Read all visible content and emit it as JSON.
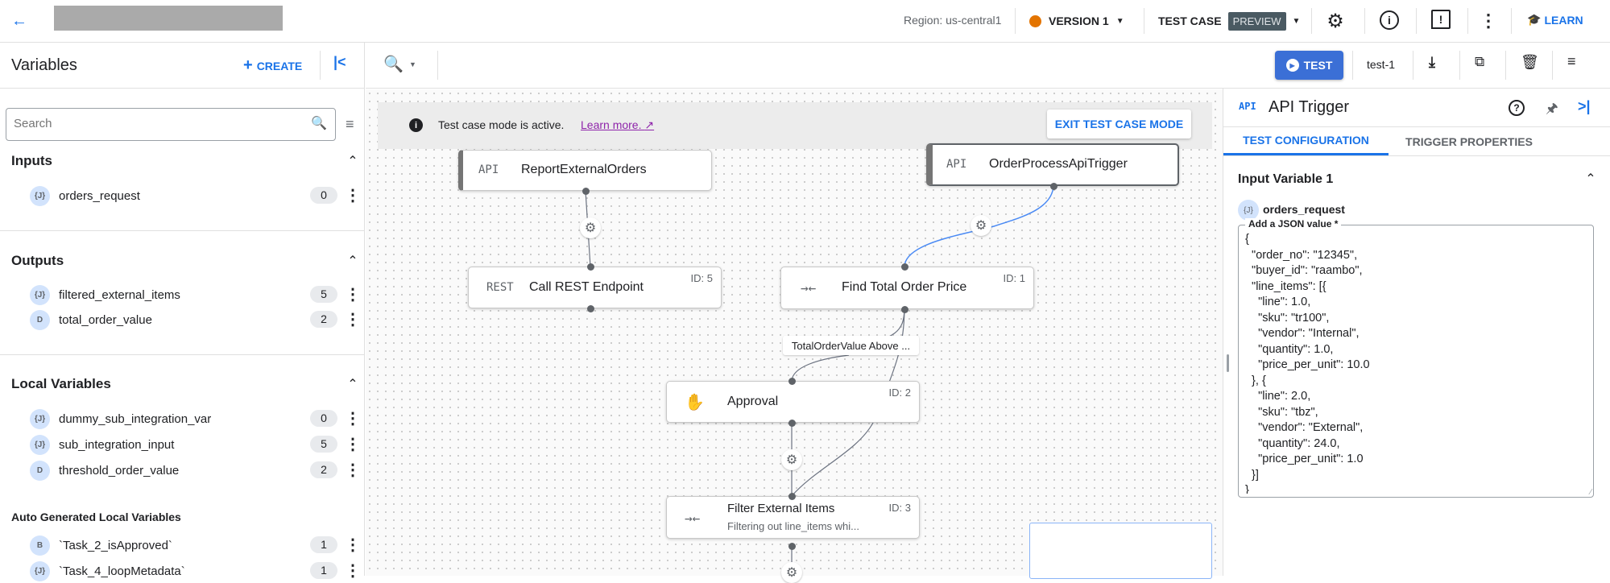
{
  "header": {
    "back_icon": "arrow-left-icon",
    "region": "Region: us-central1",
    "version_label": "VERSION 1",
    "version_status_color": "#e37400",
    "test_case_label": "TEST CASE",
    "preview_badge": "PREVIEW",
    "icons": [
      "gear-icon",
      "info-icon",
      "feedback-icon",
      "more-vert-icon"
    ],
    "learn_label": "LEARN"
  },
  "toolbar": {
    "test_button": "TEST",
    "test_case_name": "test-1",
    "icons": [
      "zoom-icon",
      "download-icon",
      "copy-icon",
      "delete-icon",
      "list-icon"
    ]
  },
  "sidebar": {
    "title": "Variables",
    "create_label": "CREATE",
    "search_placeholder": "Search",
    "sections": [
      {
        "title": "Inputs",
        "items": [
          {
            "type": "{J}",
            "name": "orders_request",
            "count": "0"
          }
        ]
      },
      {
        "title": "Outputs",
        "items": [
          {
            "type": "{J}",
            "name": "filtered_external_items",
            "count": "5"
          },
          {
            "type": "D",
            "name": "total_order_value",
            "count": "2"
          }
        ]
      },
      {
        "title": "Local Variables",
        "items": [
          {
            "type": "{J}",
            "name": "dummy_sub_integration_var",
            "count": "0"
          },
          {
            "type": "{J}",
            "name": "sub_integration_input",
            "count": "5"
          },
          {
            "type": "D",
            "name": "threshold_order_value",
            "count": "2"
          }
        ]
      },
      {
        "title": "Auto Generated Local Variables",
        "items": [
          {
            "type": "B",
            "name": "`Task_2_isApproved`",
            "count": "1"
          },
          {
            "type": "{J}",
            "name": "`Task_4_loopMetadata`",
            "count": "1"
          }
        ]
      }
    ]
  },
  "canvas": {
    "banner_text": "Test case mode is active.",
    "banner_link": "Learn more.",
    "exit_button": "EXIT TEST CASE MODE",
    "nodes": [
      {
        "icon": "API",
        "title": "ReportExternalOrders"
      },
      {
        "icon": "REST",
        "title": "Call REST Endpoint",
        "id": "ID: 5"
      },
      {
        "icon": "API",
        "title": "OrderProcessApiTrigger"
      },
      {
        "icon": "data-mapping",
        "title": "Find Total Order Price",
        "id": "ID: 1"
      },
      {
        "icon": "hand",
        "title": "Approval",
        "id": "ID: 2"
      },
      {
        "icon": "data-mapping",
        "title": "Filter External Items",
        "subtitle": "Filtering out line_items whi...",
        "id": "ID: 3"
      }
    ],
    "edge_label": "TotalOrderValue Above ..."
  },
  "right_panel": {
    "icon": "API",
    "title": "API Trigger",
    "tabs": [
      "TEST CONFIGURATION",
      "TRIGGER PROPERTIES"
    ],
    "active_tab": "TEST CONFIGURATION",
    "section_title": "Input Variable 1",
    "variable_type": "{J}",
    "variable_name": "orders_request",
    "field_label": "Add a JSON value *",
    "json_value": "{\n  \"order_no\": \"12345\",\n  \"buyer_id\": \"raambo\",\n  \"line_items\": [{\n    \"line\": 1.0,\n    \"sku\": \"tr100\",\n    \"vendor\": \"Internal\",\n    \"quantity\": 1.0,\n    \"price_per_unit\": 10.0\n  }, {\n    \"line\": 2.0,\n    \"sku\": \"tbz\",\n    \"vendor\": \"External\",\n    \"quantity\": 24.0,\n    \"price_per_unit\": 1.0\n  }]\n}"
  }
}
